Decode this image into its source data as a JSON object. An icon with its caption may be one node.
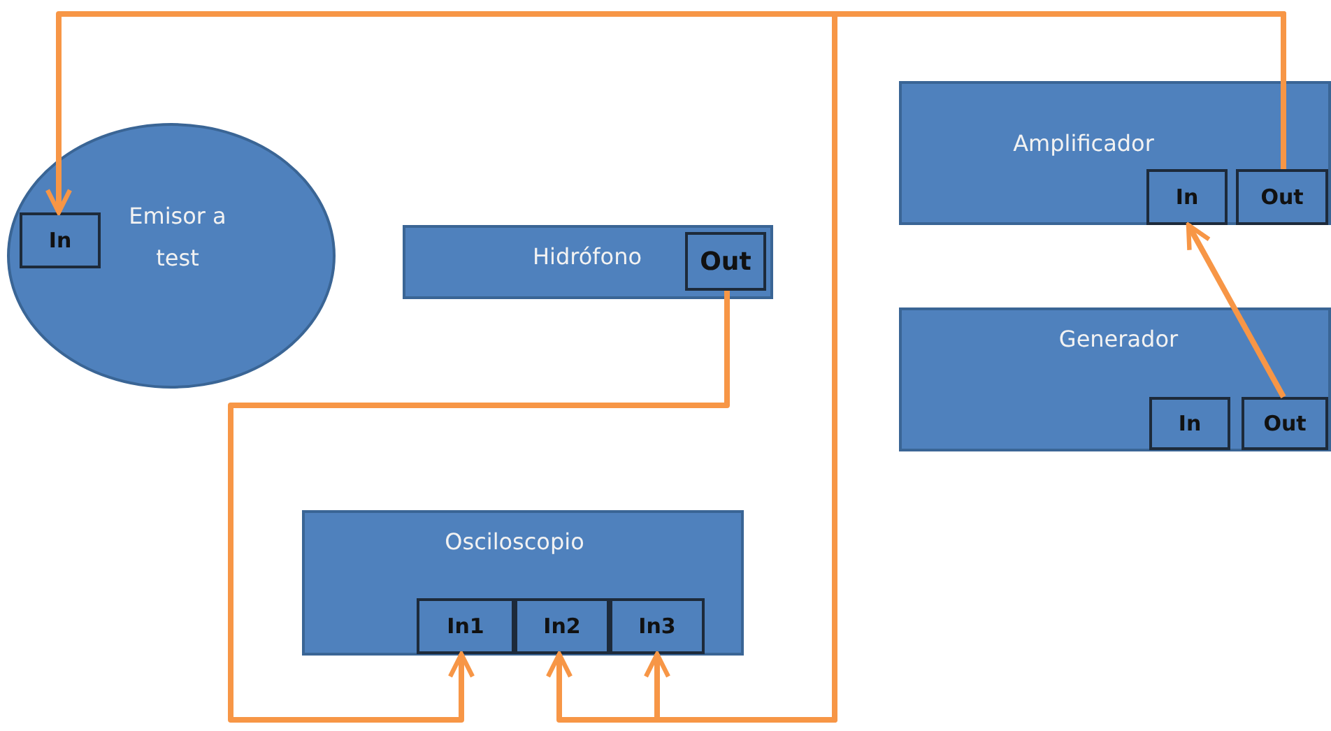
{
  "diagram": {
    "nodes": [
      {
        "text": [
          "Emisor a test"
        ]
      },
      {
        "text": [
          "In"
        ],
        "in": 0
      },
      {
        "text": [
          "Hidrófono"
        ]
      },
      {
        "text": [
          "Out"
        ],
        "in": 2
      },
      {
        "text": [
          "Amplificador"
        ]
      },
      {
        "text": [
          "In"
        ],
        "in": 4
      },
      {
        "text": [
          "Out"
        ],
        "in": 4
      },
      {
        "text": [
          "Generador"
        ]
      },
      {
        "text": [
          "In"
        ],
        "in": 7
      },
      {
        "text": [
          "Out"
        ],
        "in": 7
      },
      {
        "text": [
          "Osciloscopio"
        ]
      },
      {
        "text": [
          "In1"
        ],
        "in": 10
      },
      {
        "text": [
          "In2"
        ],
        "in": 10
      },
      {
        "text": [
          "In3"
        ],
        "in": 10
      }
    ],
    "edges": [
      {
        "from": 6,
        "to": 1,
        "arrow": "to"
      },
      {
        "from": 6,
        "to": 12,
        "arrow": "to"
      },
      {
        "from": 6,
        "to": 13,
        "arrow": "to"
      },
      {
        "from": 3,
        "to": 11,
        "arrow": "to"
      },
      {
        "from": 9,
        "to": 5,
        "arrow": "to"
      }
    ]
  }
}
